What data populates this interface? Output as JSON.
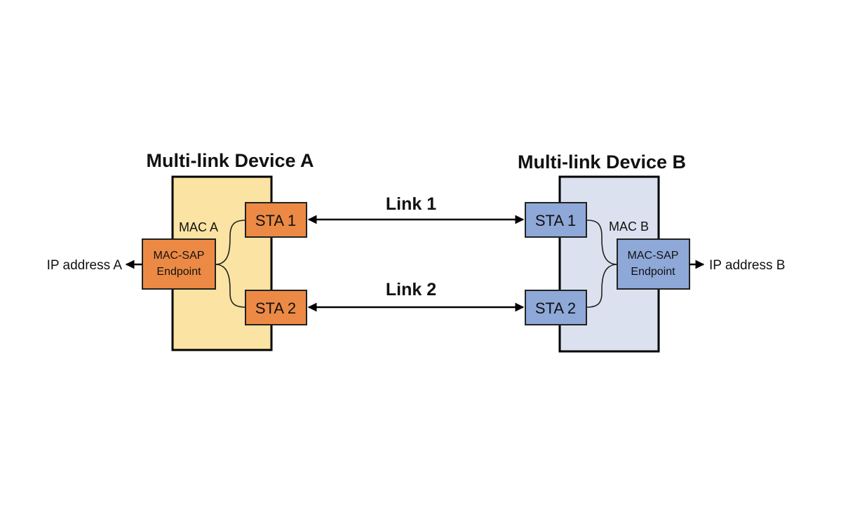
{
  "device_a": {
    "title": "Multi-link Device A",
    "mac_label": "MAC A",
    "sta1": "STA 1",
    "sta2": "STA 2",
    "endpoint_line1": "MAC-SAP",
    "endpoint_line2": "Endpoint",
    "ip_label": "IP address A"
  },
  "device_b": {
    "title": "Multi-link Device B",
    "mac_label": "MAC B",
    "sta1": "STA 1",
    "sta2": "STA 2",
    "endpoint_line1": "MAC-SAP",
    "endpoint_line2": "Endpoint",
    "ip_label": "IP address B"
  },
  "links": {
    "link1": "Link 1",
    "link2": "Link 2"
  },
  "colors": {
    "device_a_fill": "#fbe3a3",
    "device_b_fill": "#dbe1ee",
    "sta_a_fill": "#ec8a45",
    "sta_b_fill": "#8ea8d8"
  }
}
